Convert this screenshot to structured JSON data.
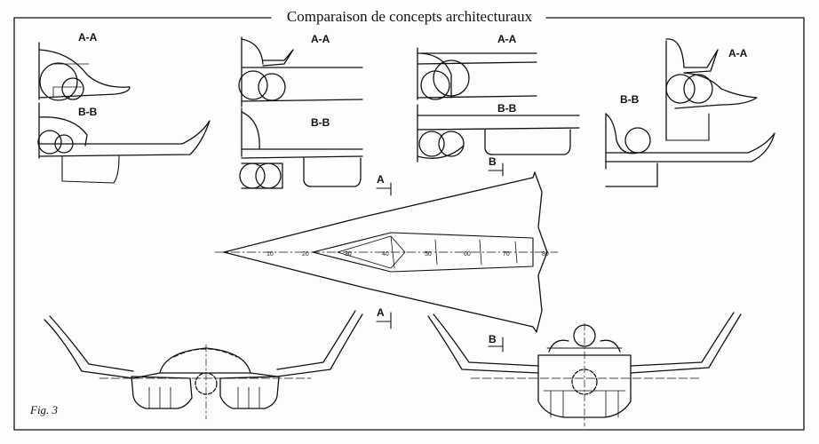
{
  "title": "Comparaison de concepts architecturaux",
  "figure_label": "Fig. 3",
  "section_labels": {
    "aa": "A-A",
    "bb": "B-B",
    "a": "A",
    "b": "B"
  },
  "stations": [
    "10",
    "20",
    "30",
    "40",
    "50",
    "60",
    "70",
    "80"
  ]
}
